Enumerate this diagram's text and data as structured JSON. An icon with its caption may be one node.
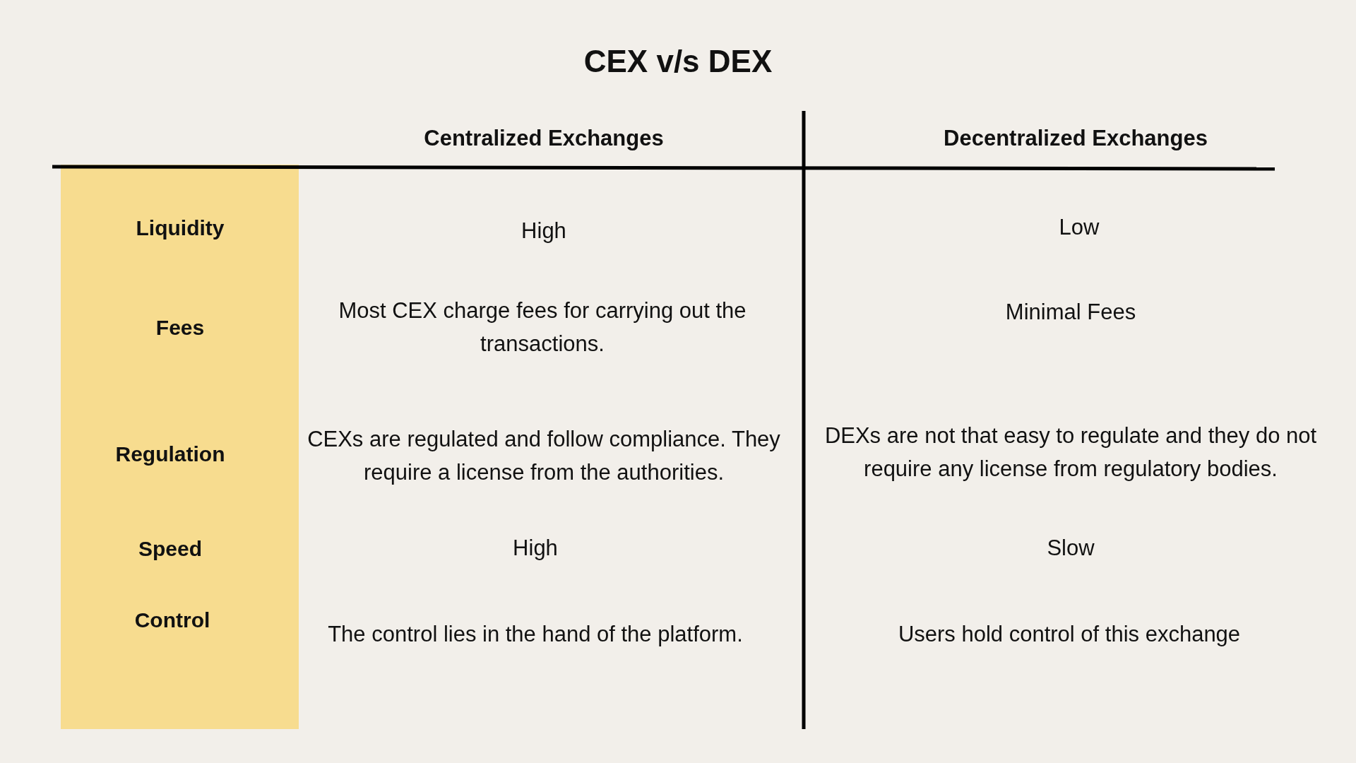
{
  "diagram": {
    "title": "CEX v/s DEX",
    "nodes": [
      {
        "text": [
          "Liquidity",
          "Fees",
          "Regulation",
          "Speed",
          "Control"
        ]
      }
    ],
    "labels": [
      "Centralized Exchanges",
      "Decentralized Exchanges",
      "High",
      "Low",
      "Most CEX charge fees for carrying out the transactions.",
      "Minimal Fees",
      "CEXs are regulated and follow compliance. They require a license from the authorities.",
      "DEXs are not that easy to regulate and they do not require any license from regulatory bodies.",
      "High",
      "Slow",
      "The control lies in the hand of the platform.",
      "Users hold control of this exchange"
    ]
  }
}
